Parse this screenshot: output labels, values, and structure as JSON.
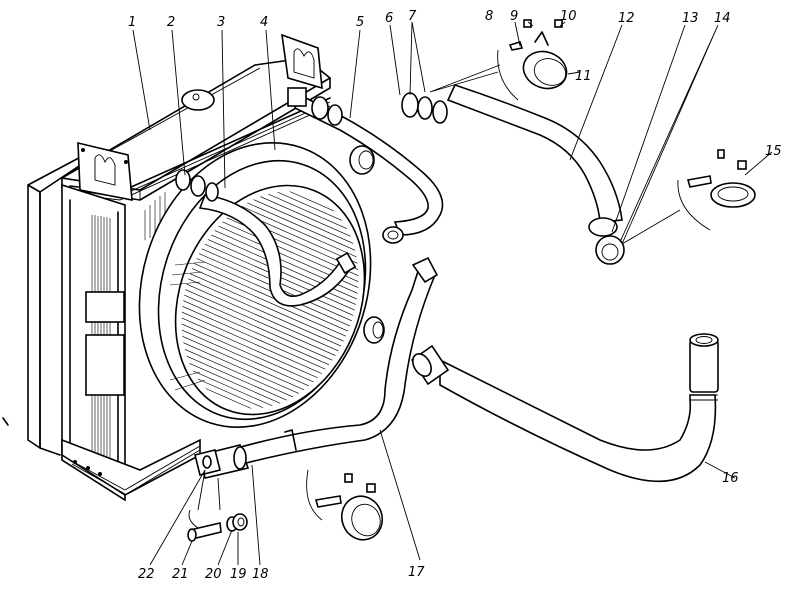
{
  "diagram": {
    "subject": "Radiator assembly with coolant hoses and clamps (exploded view)",
    "callouts": [
      {
        "id": "1",
        "label": "1"
      },
      {
        "id": "2",
        "label": "2"
      },
      {
        "id": "3",
        "label": "3"
      },
      {
        "id": "4",
        "label": "4"
      },
      {
        "id": "5",
        "label": "5"
      },
      {
        "id": "6",
        "label": "6"
      },
      {
        "id": "7",
        "label": "7"
      },
      {
        "id": "8",
        "label": "8"
      },
      {
        "id": "9",
        "label": "9"
      },
      {
        "id": "10",
        "label": "10"
      },
      {
        "id": "11",
        "label": "11"
      },
      {
        "id": "12",
        "label": "12"
      },
      {
        "id": "13",
        "label": "13"
      },
      {
        "id": "14",
        "label": "14"
      },
      {
        "id": "15",
        "label": "15"
      },
      {
        "id": "16",
        "label": "16"
      },
      {
        "id": "17",
        "label": "17"
      },
      {
        "id": "18",
        "label": "18"
      },
      {
        "id": "19",
        "label": "19"
      },
      {
        "id": "20",
        "label": "20"
      },
      {
        "id": "21",
        "label": "21"
      },
      {
        "id": "22",
        "label": "22"
      }
    ]
  }
}
